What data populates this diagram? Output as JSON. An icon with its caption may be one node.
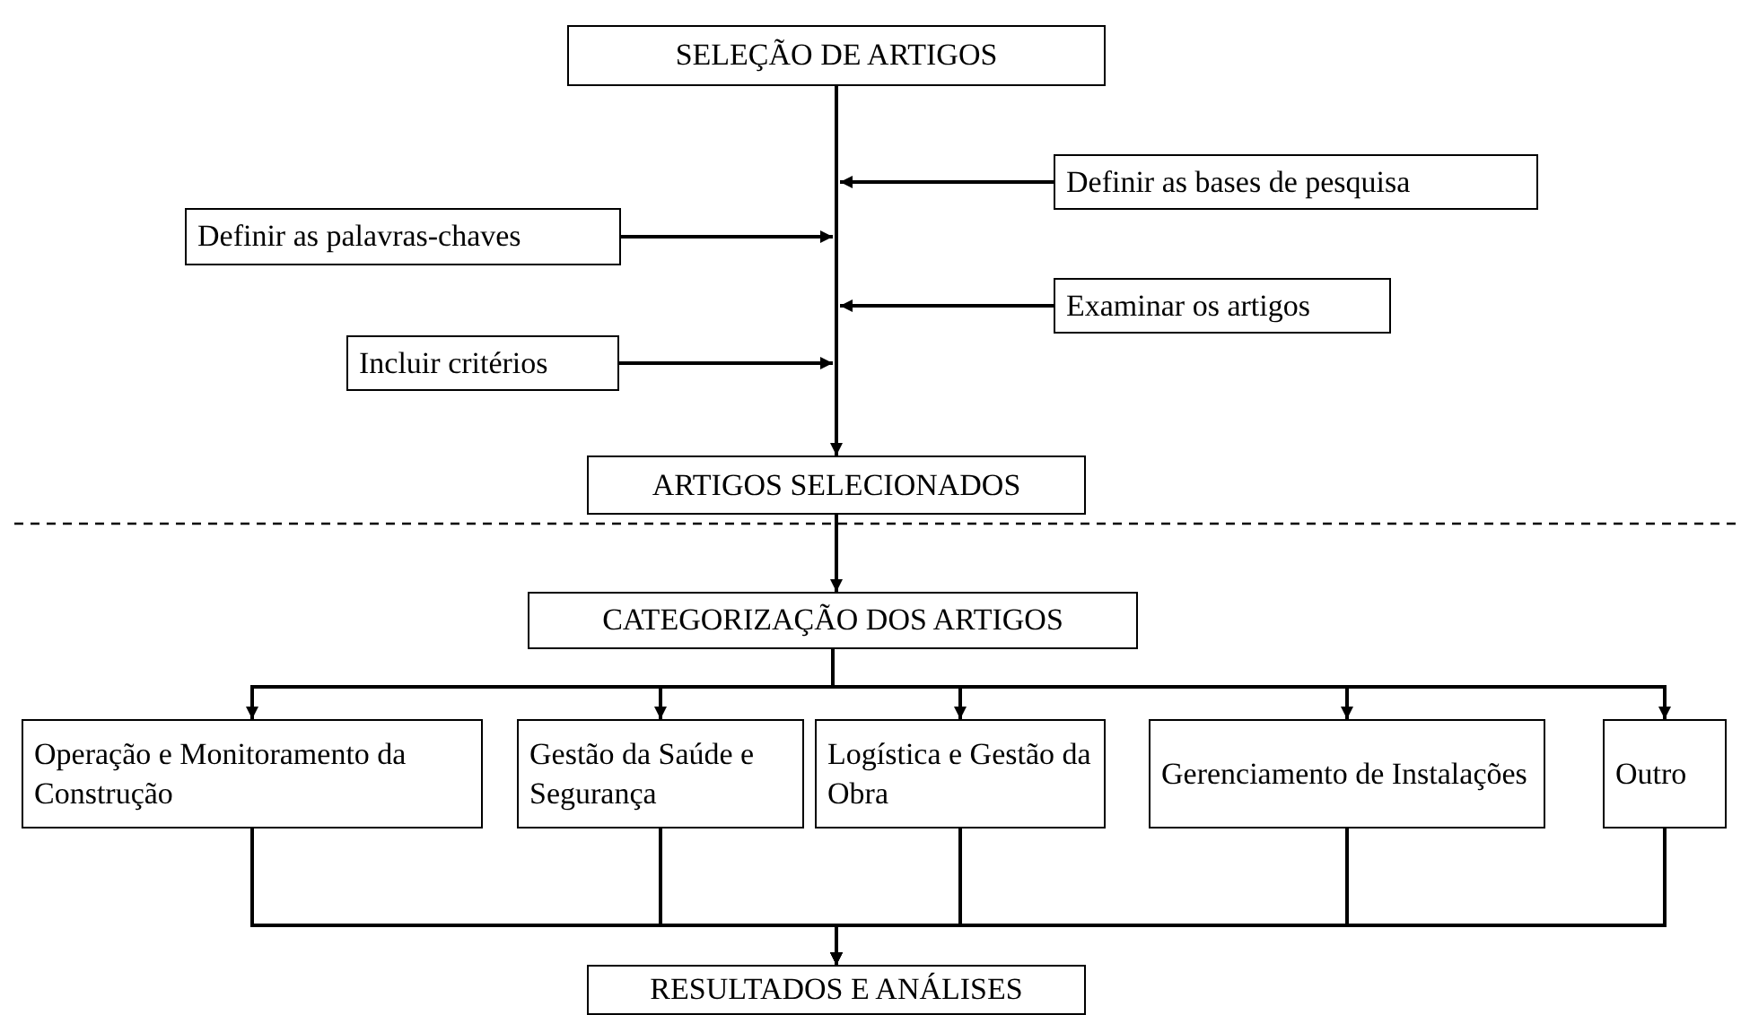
{
  "diagram": {
    "nodes": [
      {
        "text": [
          "SELEÇÃO DE ARTIGOS"
        ]
      },
      {
        "text": [
          "Definir as bases de pesquisa"
        ]
      },
      {
        "text": [
          "Definir as palavras-chaves"
        ]
      },
      {
        "text": [
          "Examinar os artigos"
        ]
      },
      {
        "text": [
          "Incluir critérios"
        ]
      },
      {
        "text": [
          "ARTIGOS SELECIONADOS"
        ]
      },
      {
        "text": [
          "CATEGORIZAÇÃO DOS ARTIGOS"
        ]
      },
      {
        "text": [
          "Operação e Monitoramento da Construção"
        ]
      },
      {
        "text": [
          "Gestão da Saúde e Segurança"
        ]
      },
      {
        "text": [
          "Logística e Gestão da Obra"
        ]
      },
      {
        "text": [
          "Gerenciamento de Instalações"
        ]
      },
      {
        "text": [
          "Outro"
        ]
      },
      {
        "text": [
          "RESULTADOS E ANÁLISES"
        ]
      }
    ],
    "edges": [
      {
        "from": 0,
        "to": 5,
        "arrow": "to"
      },
      {
        "from": 1,
        "to": null,
        "arrow": "to"
      },
      {
        "from": 2,
        "to": null,
        "arrow": "to"
      },
      {
        "from": 3,
        "to": null,
        "arrow": "to"
      },
      {
        "from": 4,
        "to": null,
        "arrow": "to"
      },
      {
        "from": 5,
        "to": 6,
        "arrow": "to"
      },
      {
        "from": 6,
        "to": 7,
        "arrow": "to"
      },
      {
        "from": 6,
        "to": 8,
        "arrow": "to"
      },
      {
        "from": 6,
        "to": 9,
        "arrow": "to"
      },
      {
        "from": 6,
        "to": 10,
        "arrow": "to"
      },
      {
        "from": 6,
        "to": 11,
        "arrow": "to"
      },
      {
        "from": 7,
        "to": 12,
        "arrow": "to"
      },
      {
        "from": 8,
        "to": 12,
        "arrow": "to"
      },
      {
        "from": 9,
        "to": 12,
        "arrow": "to"
      },
      {
        "from": 10,
        "to": 12,
        "arrow": "to"
      },
      {
        "from": 11,
        "to": 12,
        "arrow": "to"
      }
    ]
  }
}
